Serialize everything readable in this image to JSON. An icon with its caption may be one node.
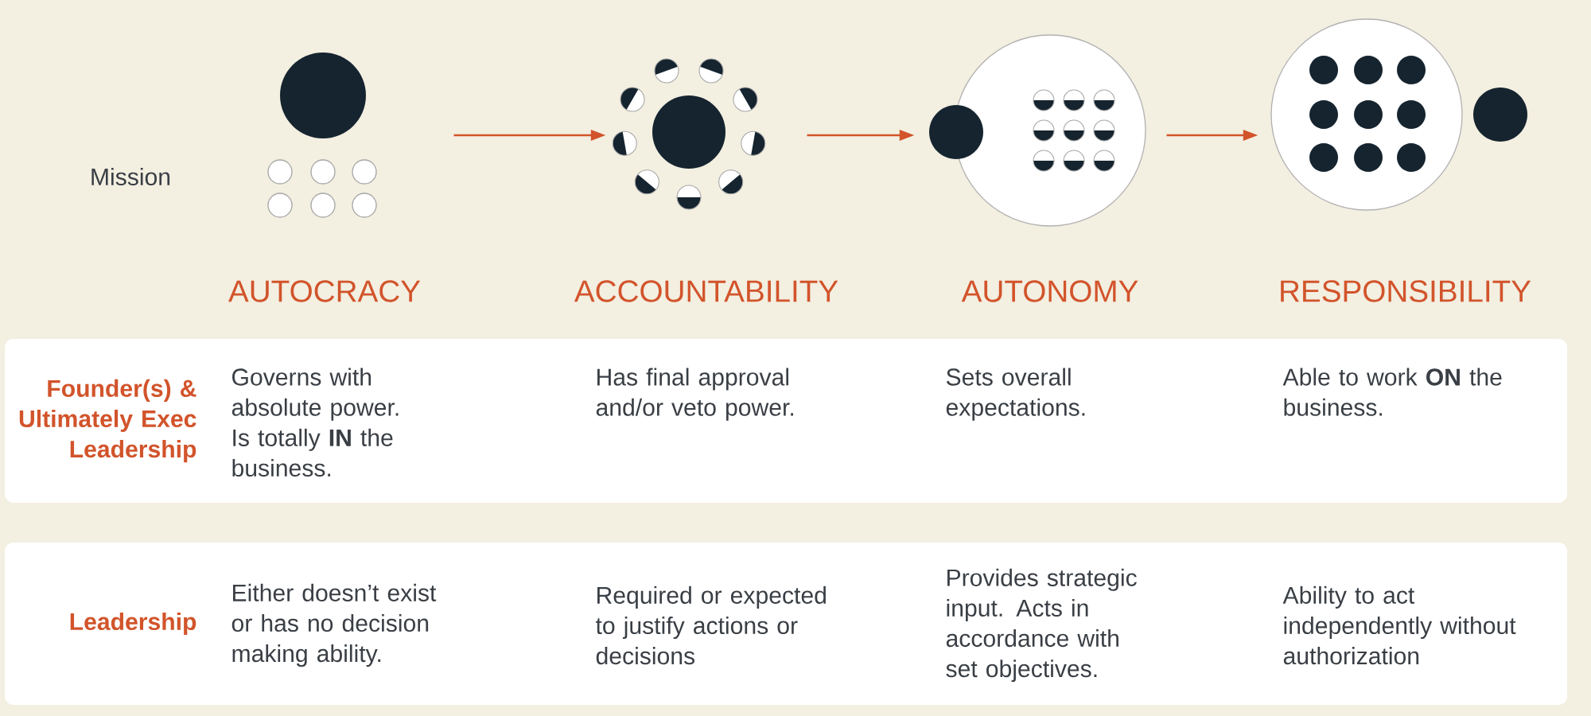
{
  "diagram": {
    "nodes": [
      {
        "text": [],
        "shape": "picture"
      },
      {
        "text": [],
        "shape": "picture"
      },
      {
        "text": [],
        "shape": "picture"
      },
      {
        "text": [],
        "shape": "picture"
      },
      {
        "text": [
          "Founder(s) & Ultimately Exec Leadership",
          "Governs with absolute power. Is totally **IN** the business.",
          "Has final approval and/or veto power.",
          "Sets overall expectations.",
          "Able to work **ON** the business."
        ]
      },
      {
        "text": [
          "Leadership",
          "Either doesn’t exist or has no decision making ability.",
          "Required or expected to justify actions or decisions",
          "Provides strategic input. Acts in accordance with set objectives.",
          "Ability to act independently without authorization"
        ]
      }
    ],
    "edges": [
      {
        "from": 0,
        "to": 1,
        "arrow": "to"
      },
      {
        "from": 1,
        "to": 2,
        "arrow": "to"
      },
      {
        "from": 2,
        "to": 3,
        "arrow": "to"
      }
    ],
    "labels": [
      "Mission",
      "AUTOCRACY",
      "ACCOUNTABILITY",
      "AUTONOMY",
      "RESPONSIBILITY"
    ]
  }
}
